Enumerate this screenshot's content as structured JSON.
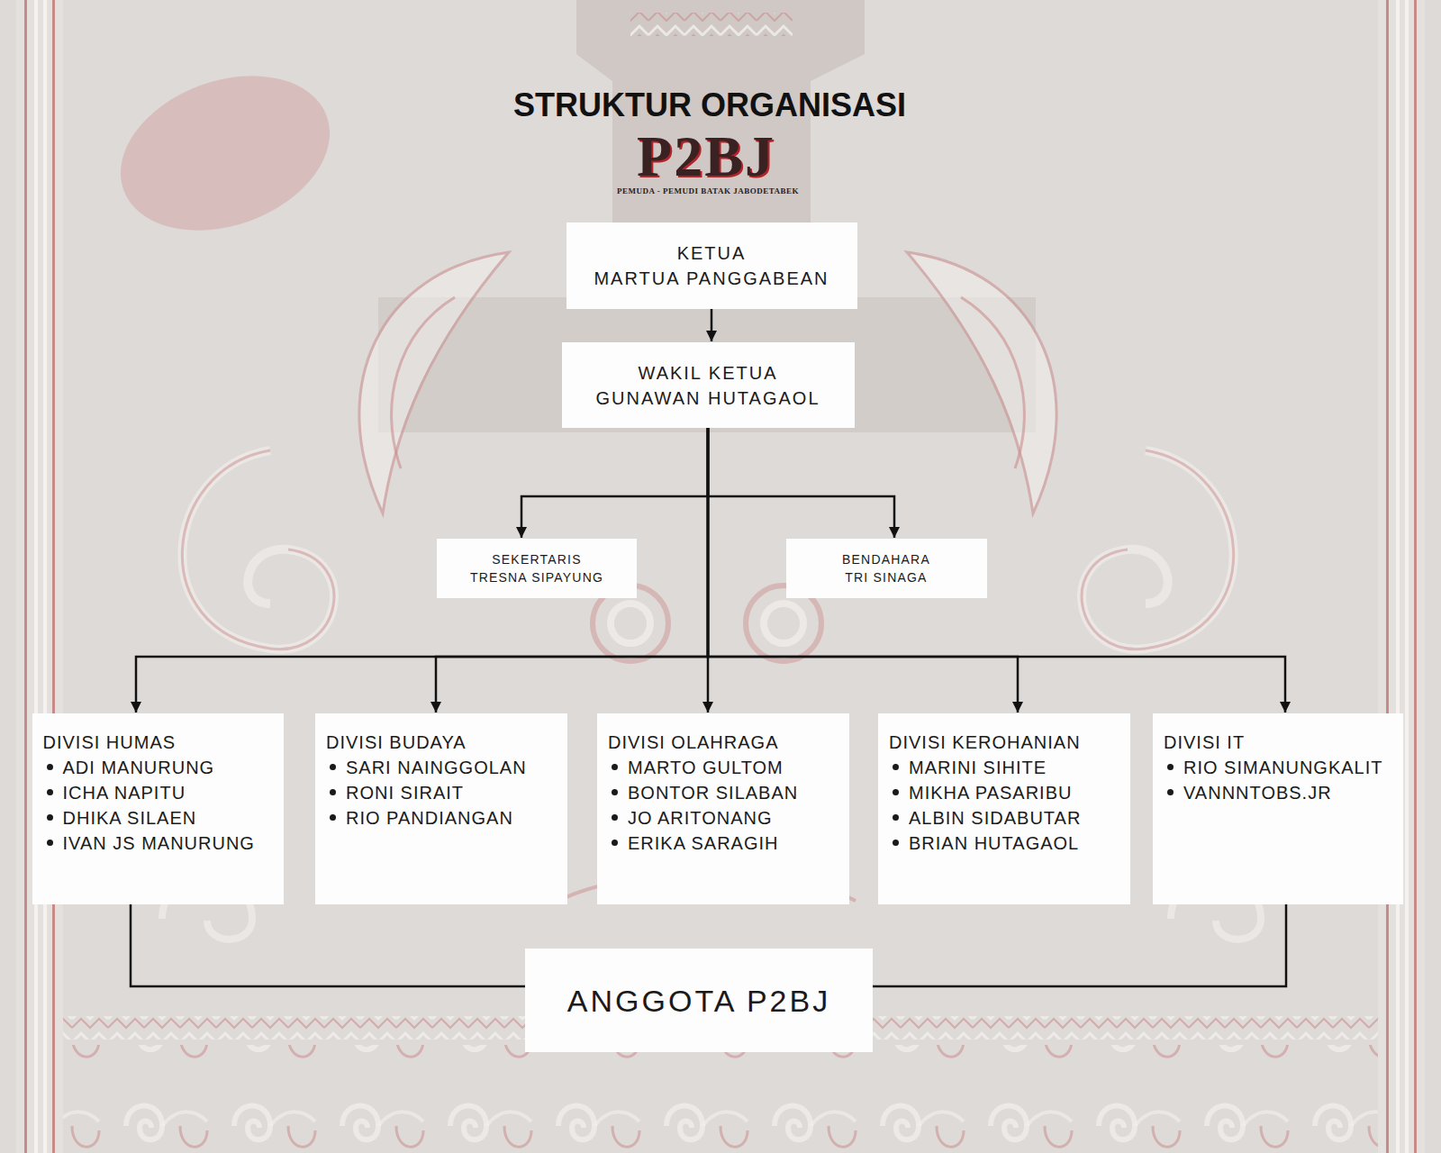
{
  "diagram": {
    "title": "STRUKTUR ORGANISASI",
    "nodes": [
      {
        "text": [
          "KETUA",
          "MARTUA PANGGABEAN"
        ]
      },
      {
        "text": [
          "WAKIL KETUA",
          "GUNAWAN HUTAGAOL"
        ]
      },
      {
        "text": [
          "SEKERTARIS",
          "TRESNA SIPAYUNG"
        ]
      },
      {
        "text": [
          "BENDAHARA",
          "TRI SINAGA"
        ]
      },
      {
        "text": [
          "DIVISI HUMAS",
          "ADI MANURUNG",
          "ICHA NAPITU",
          "DHIKA SILAEN",
          "IVAN JS MANURUNG"
        ]
      },
      {
        "text": [
          "DIVISI BUDAYA",
          "SARI NAINGGOLAN",
          "RONI SIRAIT",
          "RIO PANDIANGAN"
        ]
      },
      {
        "text": [
          "DIVISI OLAHRAGA",
          "MARTO GULTOM",
          "BONTOR SILABAN",
          "JO ARITONANG",
          "ERIKA SARAGIH"
        ]
      },
      {
        "text": [
          "DIVISI KEROHANIAN",
          "MARINI SIHITE",
          "MIKHA PASARIBU",
          "ALBIN SIDABUTAR",
          "BRIAN HUTAGAOL"
        ]
      },
      {
        "text": [
          "DIVISI IT",
          "RIO SIMANUNGKALIT",
          "VANNNTOBS.JR"
        ]
      },
      {
        "text": [
          "ANGGOTA P2BJ"
        ]
      }
    ],
    "edges": [
      {
        "from": 0,
        "to": 1,
        "arrow": "to"
      },
      {
        "from": 1,
        "to": 2,
        "arrow": "to"
      },
      {
        "from": 1,
        "to": 3,
        "arrow": "to"
      },
      {
        "from": 1,
        "to": 4,
        "arrow": "to"
      },
      {
        "from": 1,
        "to": 5,
        "arrow": "to"
      },
      {
        "from": 1,
        "to": 6,
        "arrow": "to"
      },
      {
        "from": 1,
        "to": 7,
        "arrow": "to"
      },
      {
        "from": 1,
        "to": 8,
        "arrow": "to"
      },
      {
        "from": 4,
        "to": 9,
        "arrow": "none"
      },
      {
        "from": 8,
        "to": 9,
        "arrow": "none"
      }
    ],
    "labels": [
      "P2BJ",
      "PEMUDA - PEMUDI BATAK JABODETABEK"
    ]
  }
}
